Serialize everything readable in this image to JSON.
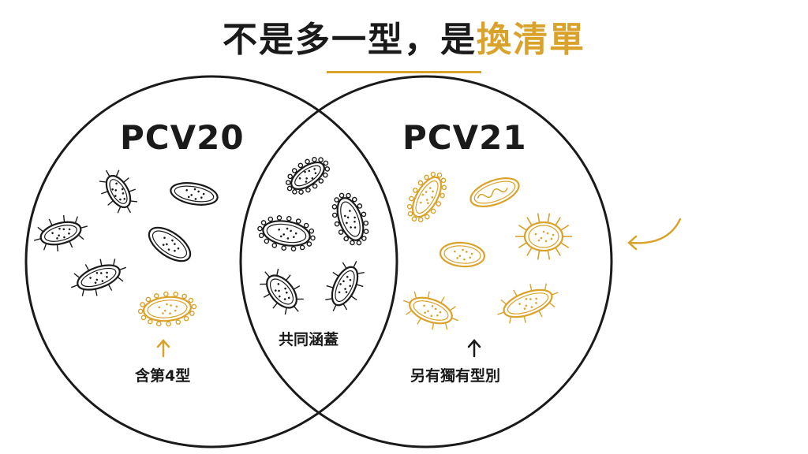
{
  "title": {
    "main": "不是多一型，是",
    "highlight": "換清單"
  },
  "sets": {
    "left": {
      "name": "PCV20",
      "caption": "含第4型"
    },
    "overlap": {
      "caption": "共同涵蓋"
    },
    "right": {
      "name": "PCV21",
      "caption": "另有獨有型別"
    }
  },
  "colors": {
    "dark": "#1a1a1a",
    "accent": "#d9a22b",
    "background": "#ffffff"
  },
  "icons": [
    "bacterium-icon",
    "up-arrow-icon",
    "curved-arrow-icon"
  ]
}
